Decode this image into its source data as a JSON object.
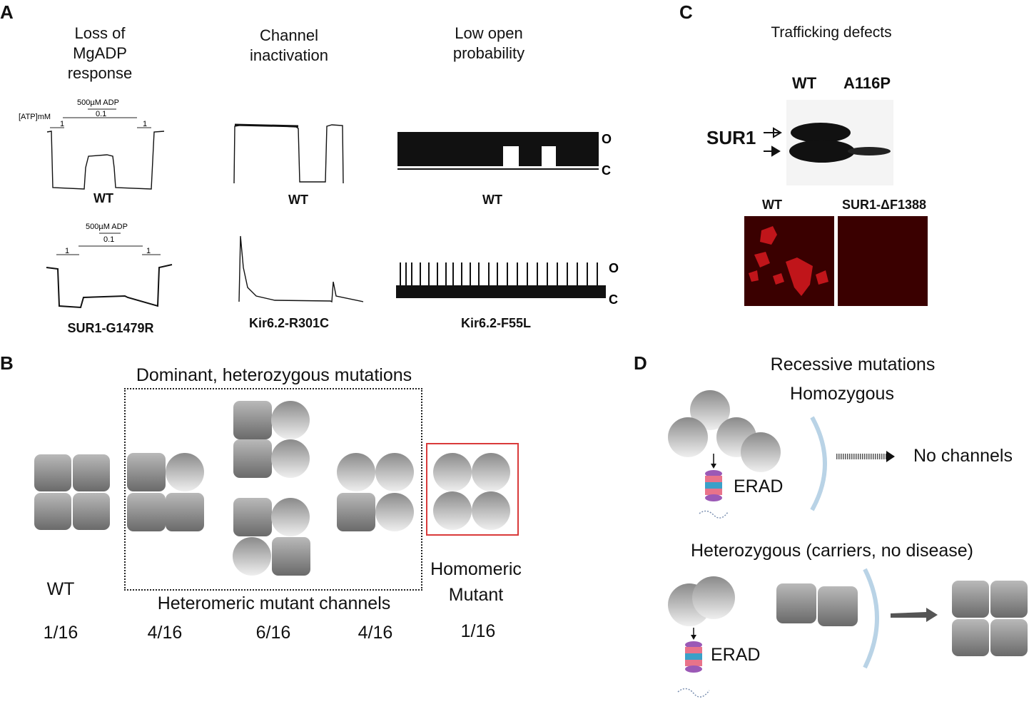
{
  "panels": {
    "a": "A",
    "b": "B",
    "c": "C",
    "d": "D"
  },
  "panel_a": {
    "col1_header": [
      "Loss of",
      "MgADP",
      "response"
    ],
    "col2_header": [
      "Channel",
      "inactivation"
    ],
    "col3_header": [
      "Low open",
      "probability"
    ],
    "atp_label": "[ATP]mM",
    "adp_label": "500µM ADP",
    "conc_low": "0.1",
    "conc_high": "1",
    "open_label": "O",
    "closed_label": "C",
    "trace_labels": {
      "wt1": "WT",
      "wt2": "WT",
      "wt3": "WT",
      "mut1": "SUR1-G1479R",
      "mut2": "Kir6.2-R301C",
      "mut3": "Kir6.2-F55L"
    }
  },
  "panel_c": {
    "title": "Trafficking defects",
    "blot_lanes": [
      "WT",
      "A116P"
    ],
    "blot_protein": "SUR1",
    "img_labels": [
      "WT",
      "SUR1-ΔF1388"
    ]
  },
  "panel_b": {
    "top_label": "Dominant, heterozygous mutations",
    "bottom_label": "Heteromeric mutant channels",
    "wt_label": "WT",
    "homomeric_label": [
      "Homomeric",
      "Mutant"
    ],
    "fractions": [
      "1/16",
      "4/16",
      "6/16",
      "4/16",
      "1/16"
    ]
  },
  "panel_d": {
    "title": "Recessive mutations",
    "homozygous": "Homozygous",
    "no_channels": "No channels",
    "erad": "ERAD",
    "heterozygous": "Heterozygous (carriers, no disease)"
  },
  "colors": {
    "frame_red": "#d93a3a",
    "membrane": "#b9d3e6",
    "stain_red": "#c0151a"
  }
}
